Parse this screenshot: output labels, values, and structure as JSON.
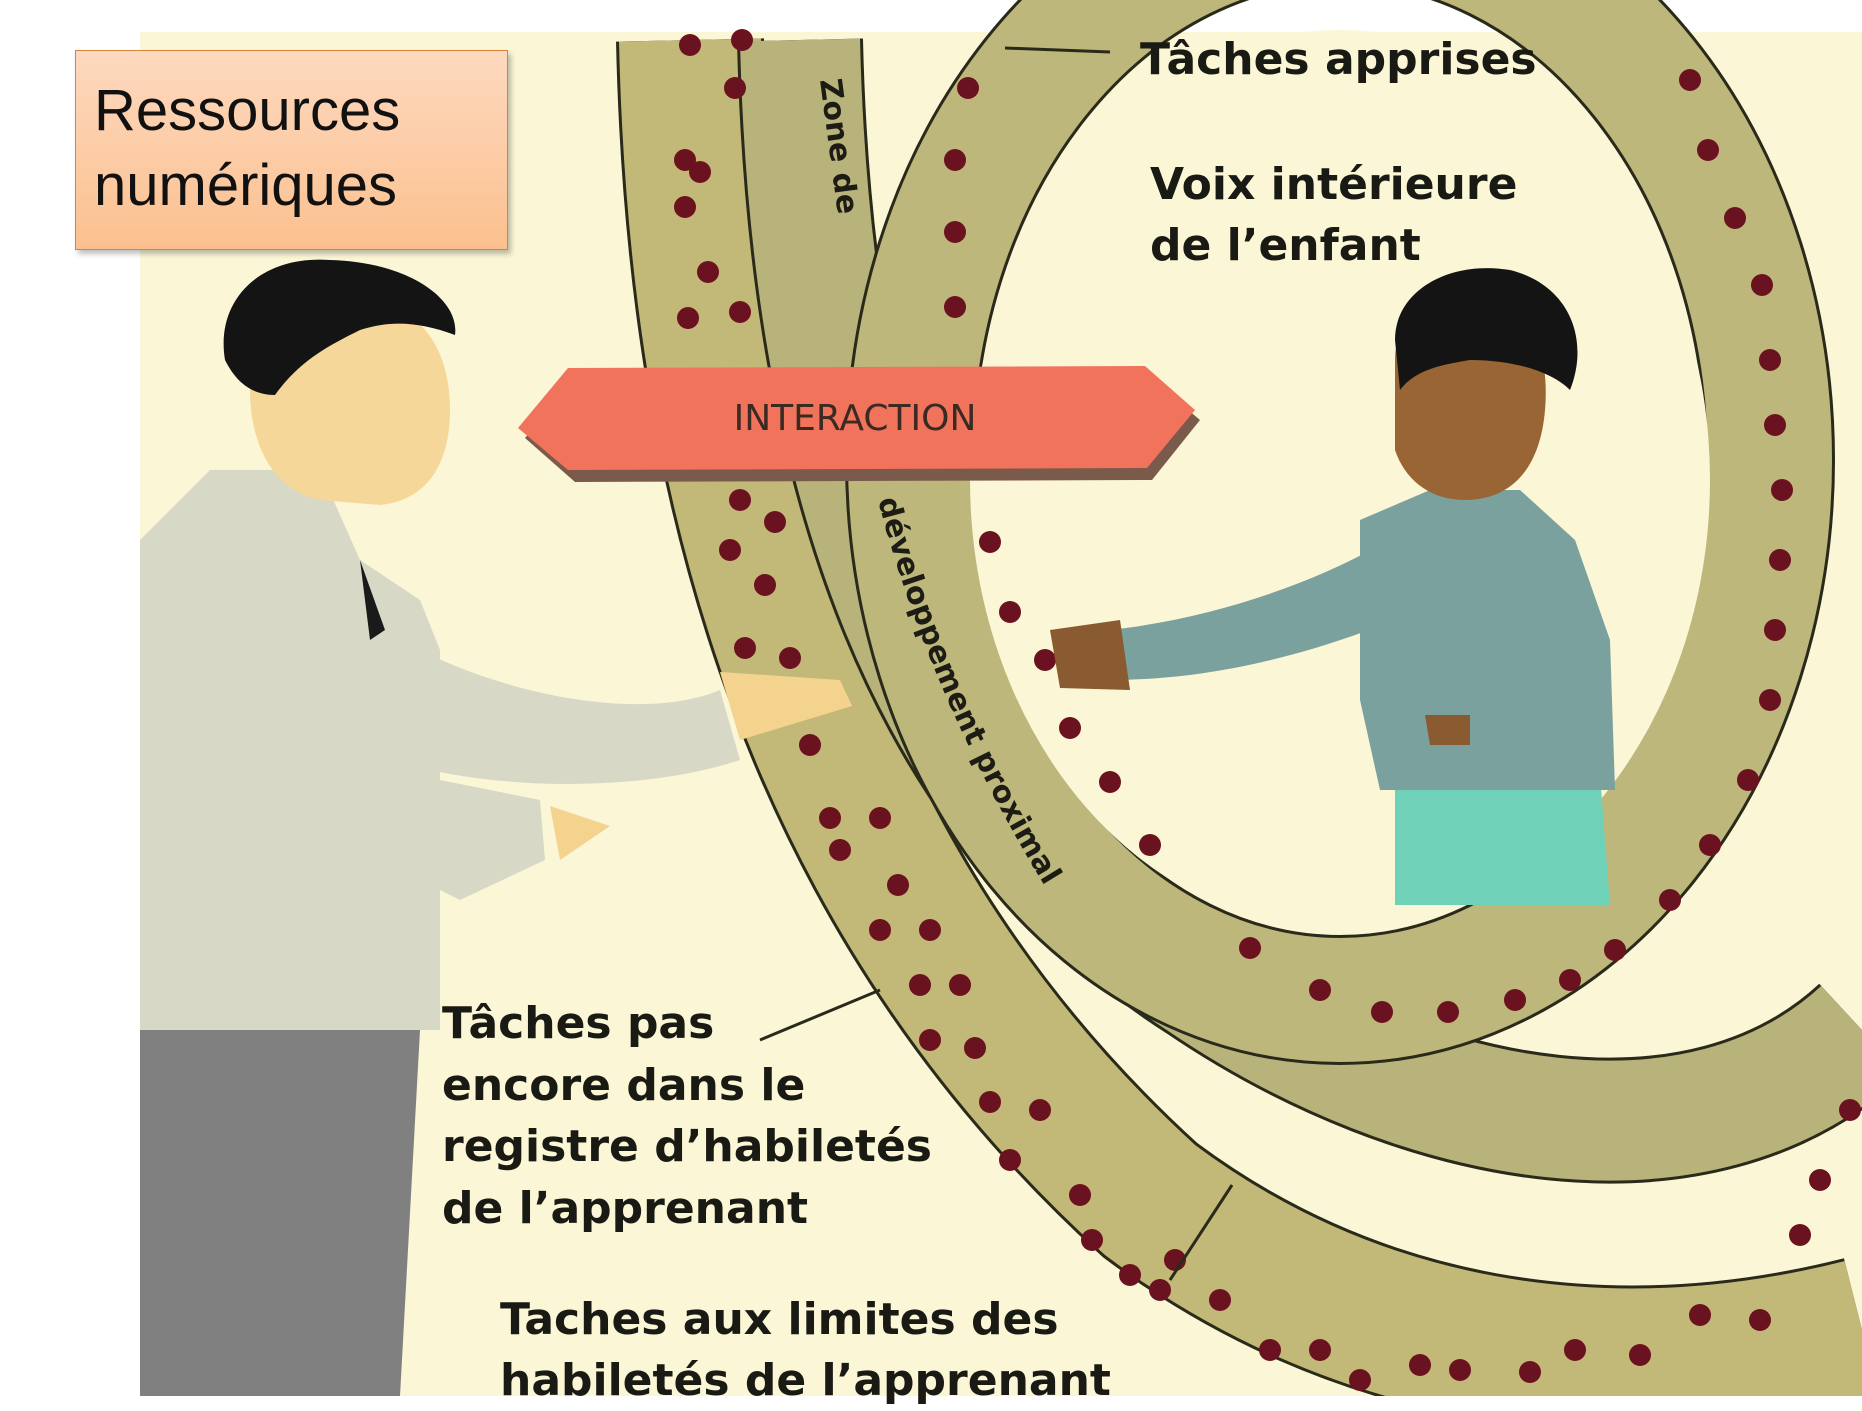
{
  "title_box": {
    "text": "Ressources\nnumériques"
  },
  "banner": {
    "text": "INTERACTION"
  },
  "zone": {
    "line1": "Zone de",
    "line2": "développement proximal"
  },
  "labels": {
    "apprises": "Tâches apprises",
    "voix": "Voix intérieure\nde l’enfant",
    "pas_encore": "Tâches pas\nencore dans le\nregistre d’habiletés\nde l’apprenant",
    "limites": "Taches aux limites des\nhabiletés de l’apprenant"
  },
  "colors": {
    "background": "#fbf6d6",
    "band": "#b8b37a",
    "band_border": "#2a2a1a",
    "dot": "#6b1220",
    "banner": "#f2735c",
    "title_box": "#fcc9a0"
  }
}
